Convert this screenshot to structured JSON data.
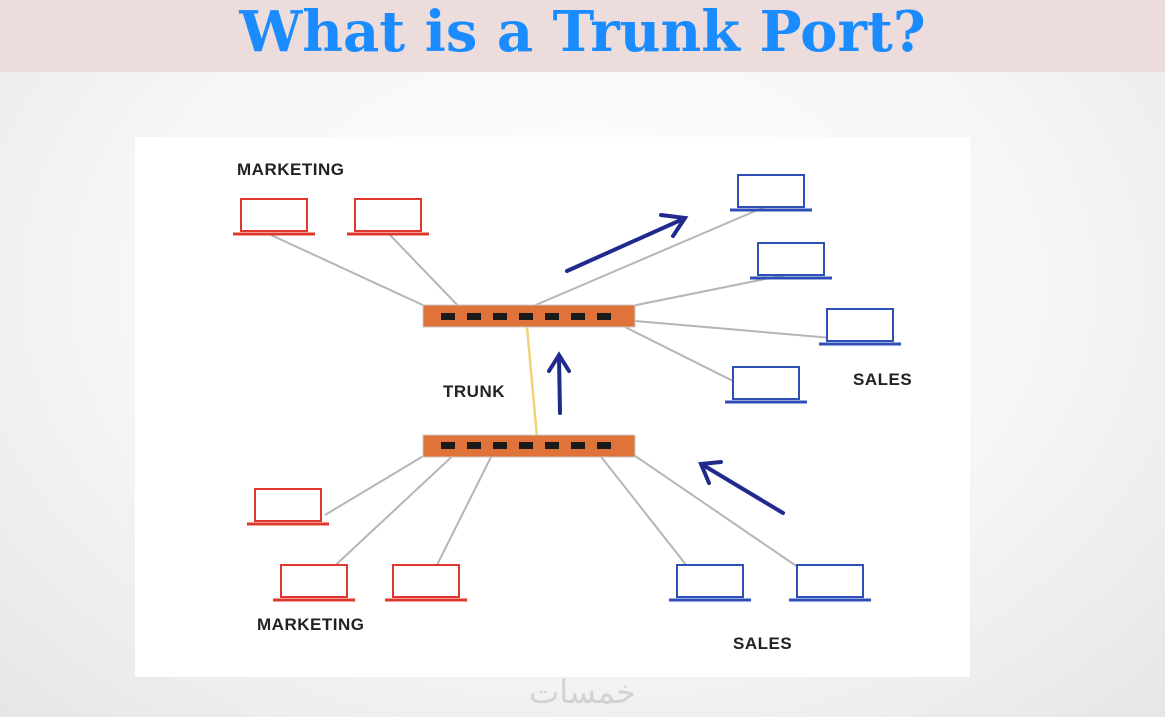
{
  "slide": {
    "title": "What is a Trunk Port?",
    "watermark": "خمسات"
  },
  "diagram": {
    "labels": {
      "marketing_top": "MARKETING",
      "marketing_bottom": "MARKETING",
      "sales_right": "SALES",
      "sales_bottom": "SALES",
      "trunk": "TRUNK"
    },
    "colors": {
      "title": "#1a8cff",
      "switch": "#e0733a",
      "marketing": "#e0372c",
      "sales": "#2f4fb8",
      "arrow": "#1f2a8c",
      "trunk_link": "#f2d27a",
      "cable": "#b5b5b5"
    },
    "devices": [
      {
        "group": "marketing",
        "name": "marketing-laptop-top-1"
      },
      {
        "group": "marketing",
        "name": "marketing-laptop-top-2"
      },
      {
        "group": "sales",
        "name": "sales-laptop-top-1"
      },
      {
        "group": "sales",
        "name": "sales-laptop-top-2"
      },
      {
        "group": "sales",
        "name": "sales-laptop-top-3"
      },
      {
        "group": "sales",
        "name": "sales-laptop-top-4"
      },
      {
        "group": "marketing",
        "name": "marketing-laptop-bottom-1"
      },
      {
        "group": "marketing",
        "name": "marketing-laptop-bottom-2"
      },
      {
        "group": "marketing",
        "name": "marketing-laptop-bottom-3"
      },
      {
        "group": "sales",
        "name": "sales-laptop-bottom-1"
      },
      {
        "group": "sales",
        "name": "sales-laptop-bottom-2"
      }
    ],
    "icons": [
      "laptop-icon",
      "switch-icon",
      "arrow-icon"
    ]
  }
}
